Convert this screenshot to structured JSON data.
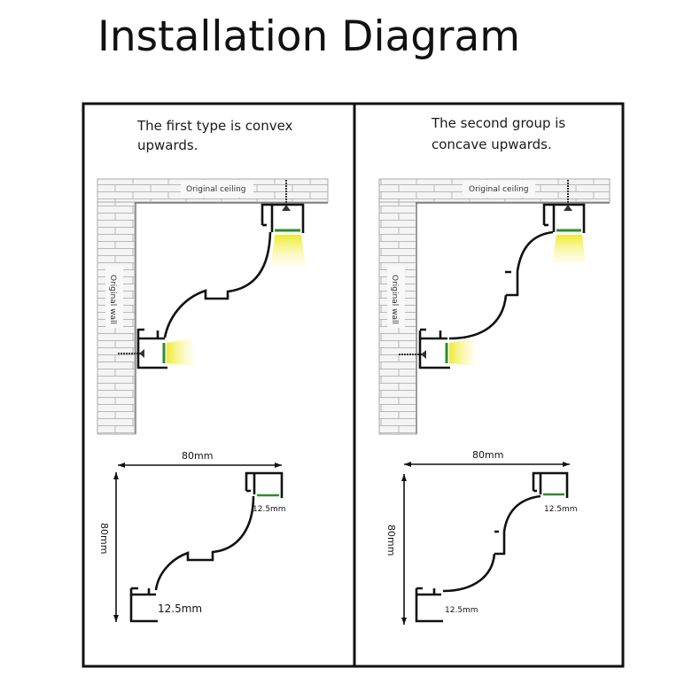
{
  "title": "Installation Diagram",
  "panels": [
    {
      "caption_line1": "The first type is convex",
      "caption_line2": "upwards.",
      "ceiling_label": "Original ceiling",
      "wall_label": "Original wall",
      "width_label": "80mm",
      "height_label": "80mm",
      "top_channel_label": "12.5mm",
      "bottom_channel_label": "12.5mm"
    },
    {
      "caption_line1": "The second group is",
      "caption_line2": "concave upwards.",
      "ceiling_label": "Original ceiling",
      "wall_label": "Original wall",
      "width_label": "80mm",
      "height_label": "80mm",
      "top_channel_label": "12.5mm",
      "bottom_channel_label": "12.5mm"
    }
  ],
  "colors": {
    "led_strip": "#2e8b2e",
    "light_beam": "#f4ee4a",
    "brick": "#f3f3f3"
  }
}
